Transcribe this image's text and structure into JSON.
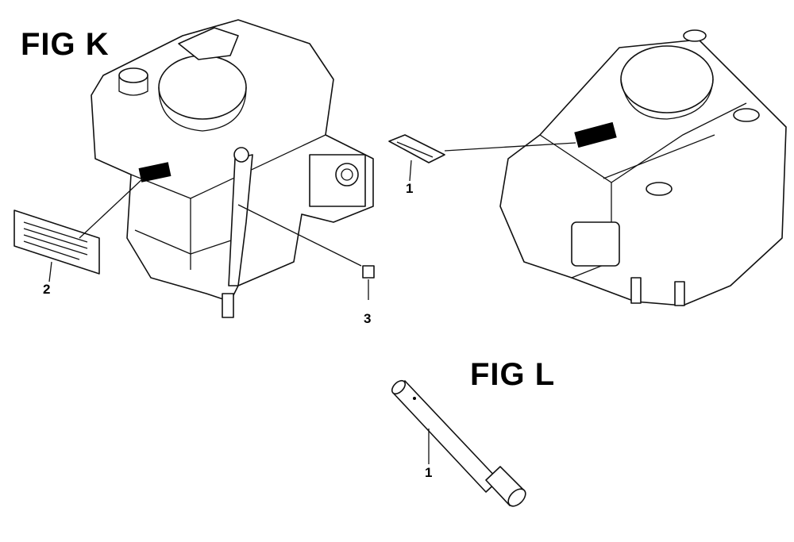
{
  "figures": [
    {
      "title": "FIG K",
      "callouts": [
        "1",
        "2",
        "3"
      ]
    },
    {
      "title": "FIG L",
      "callouts": [
        "1"
      ]
    }
  ]
}
